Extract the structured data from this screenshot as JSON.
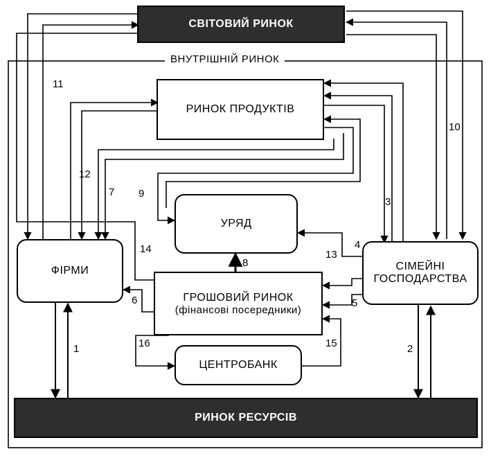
{
  "nodes": {
    "world_market": "СВІТОВИЙ РИНОК",
    "domestic_market": "ВНУТРІШНІЙ РИНОК",
    "product_market": "РИНОК ПРОДУКТІВ",
    "government": "УРЯД",
    "firms": "ФІРМИ",
    "households_line1": "СІМЕЙНІ",
    "households_line2": "ГОСПОДАРСТВА",
    "money_market_line1": "ГРОШОВИЙ РИНОК",
    "money_market_line2": "(фінансові посередники)",
    "central_bank": "ЦЕНТРОБАНК",
    "resource_market": "РИНОК РЕСУРСІВ"
  },
  "flow_labels": {
    "f1": "1",
    "f2": "2",
    "f3": "3",
    "f4": "4",
    "f5": "5",
    "f6": "6",
    "f7": "7",
    "f8": "8",
    "f9": "9",
    "f10": "10",
    "f11": "11",
    "f12": "12",
    "f13": "13",
    "f14": "14",
    "f15": "15",
    "f16": "16"
  },
  "colors": {
    "dark_box": "#2e2e2e",
    "line": "#000000"
  }
}
